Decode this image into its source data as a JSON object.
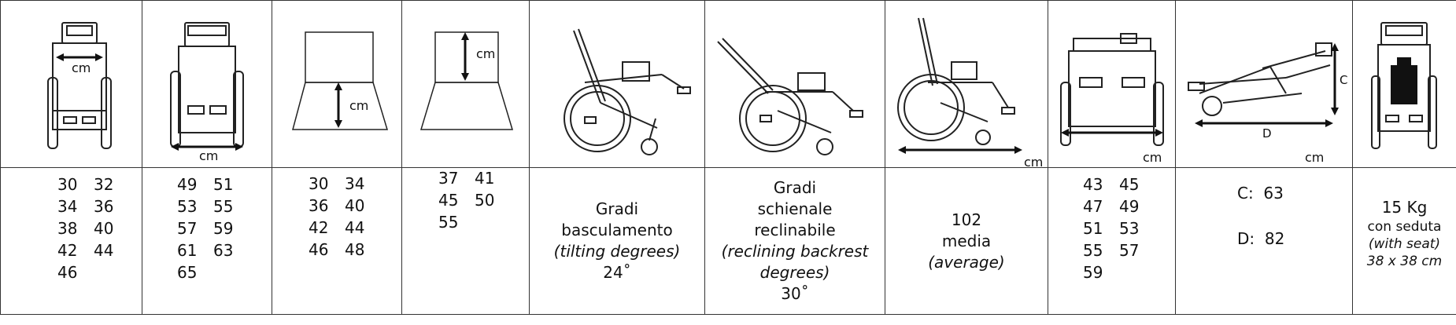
{
  "columns": [
    {
      "id": "seat-width",
      "figure_label": "cm",
      "values": [
        "30",
        "32",
        "34",
        "36",
        "38",
        "40",
        "42",
        "44",
        "46"
      ]
    },
    {
      "id": "overall-width",
      "figure_label": "cm",
      "values": [
        "49",
        "51",
        "53",
        "55",
        "57",
        "59",
        "61",
        "63",
        "65"
      ]
    },
    {
      "id": "seat-depth",
      "figure_label": "cm",
      "values": [
        "30",
        "34",
        "36",
        "40",
        "42",
        "44",
        "46",
        "48"
      ]
    },
    {
      "id": "backrest-height",
      "figure_label": "cm",
      "values": [
        "37",
        "41",
        "45",
        "50",
        "55"
      ]
    },
    {
      "id": "tilting",
      "lines": [
        "Gradi",
        "basculamento"
      ],
      "italic": [
        "(tilting degrees)"
      ],
      "tail": "24˚"
    },
    {
      "id": "reclining",
      "lines": [
        "Gradi",
        "schienale",
        "reclinabile"
      ],
      "italic": [
        "(reclining backrest",
        "degrees)"
      ],
      "tail": "30˚"
    },
    {
      "id": "length",
      "figure_label": "cm",
      "lines": [
        "102",
        "media"
      ],
      "italic": [
        "(average)"
      ]
    },
    {
      "id": "overall-width-2",
      "figure_label": "cm",
      "values": [
        "43",
        "45",
        "47",
        "49",
        "51",
        "53",
        "55",
        "57",
        "59"
      ]
    },
    {
      "id": "folded",
      "figure_label": "cm",
      "fig_c": "C",
      "fig_d": "D",
      "c_label": "C:",
      "c_value": "63",
      "d_label": "D:",
      "d_value": "82"
    },
    {
      "id": "weight",
      "line1": "15 Kg",
      "line2": "con seduta",
      "italic1": "(with seat)",
      "italic2": "38 x 38 cm"
    }
  ]
}
